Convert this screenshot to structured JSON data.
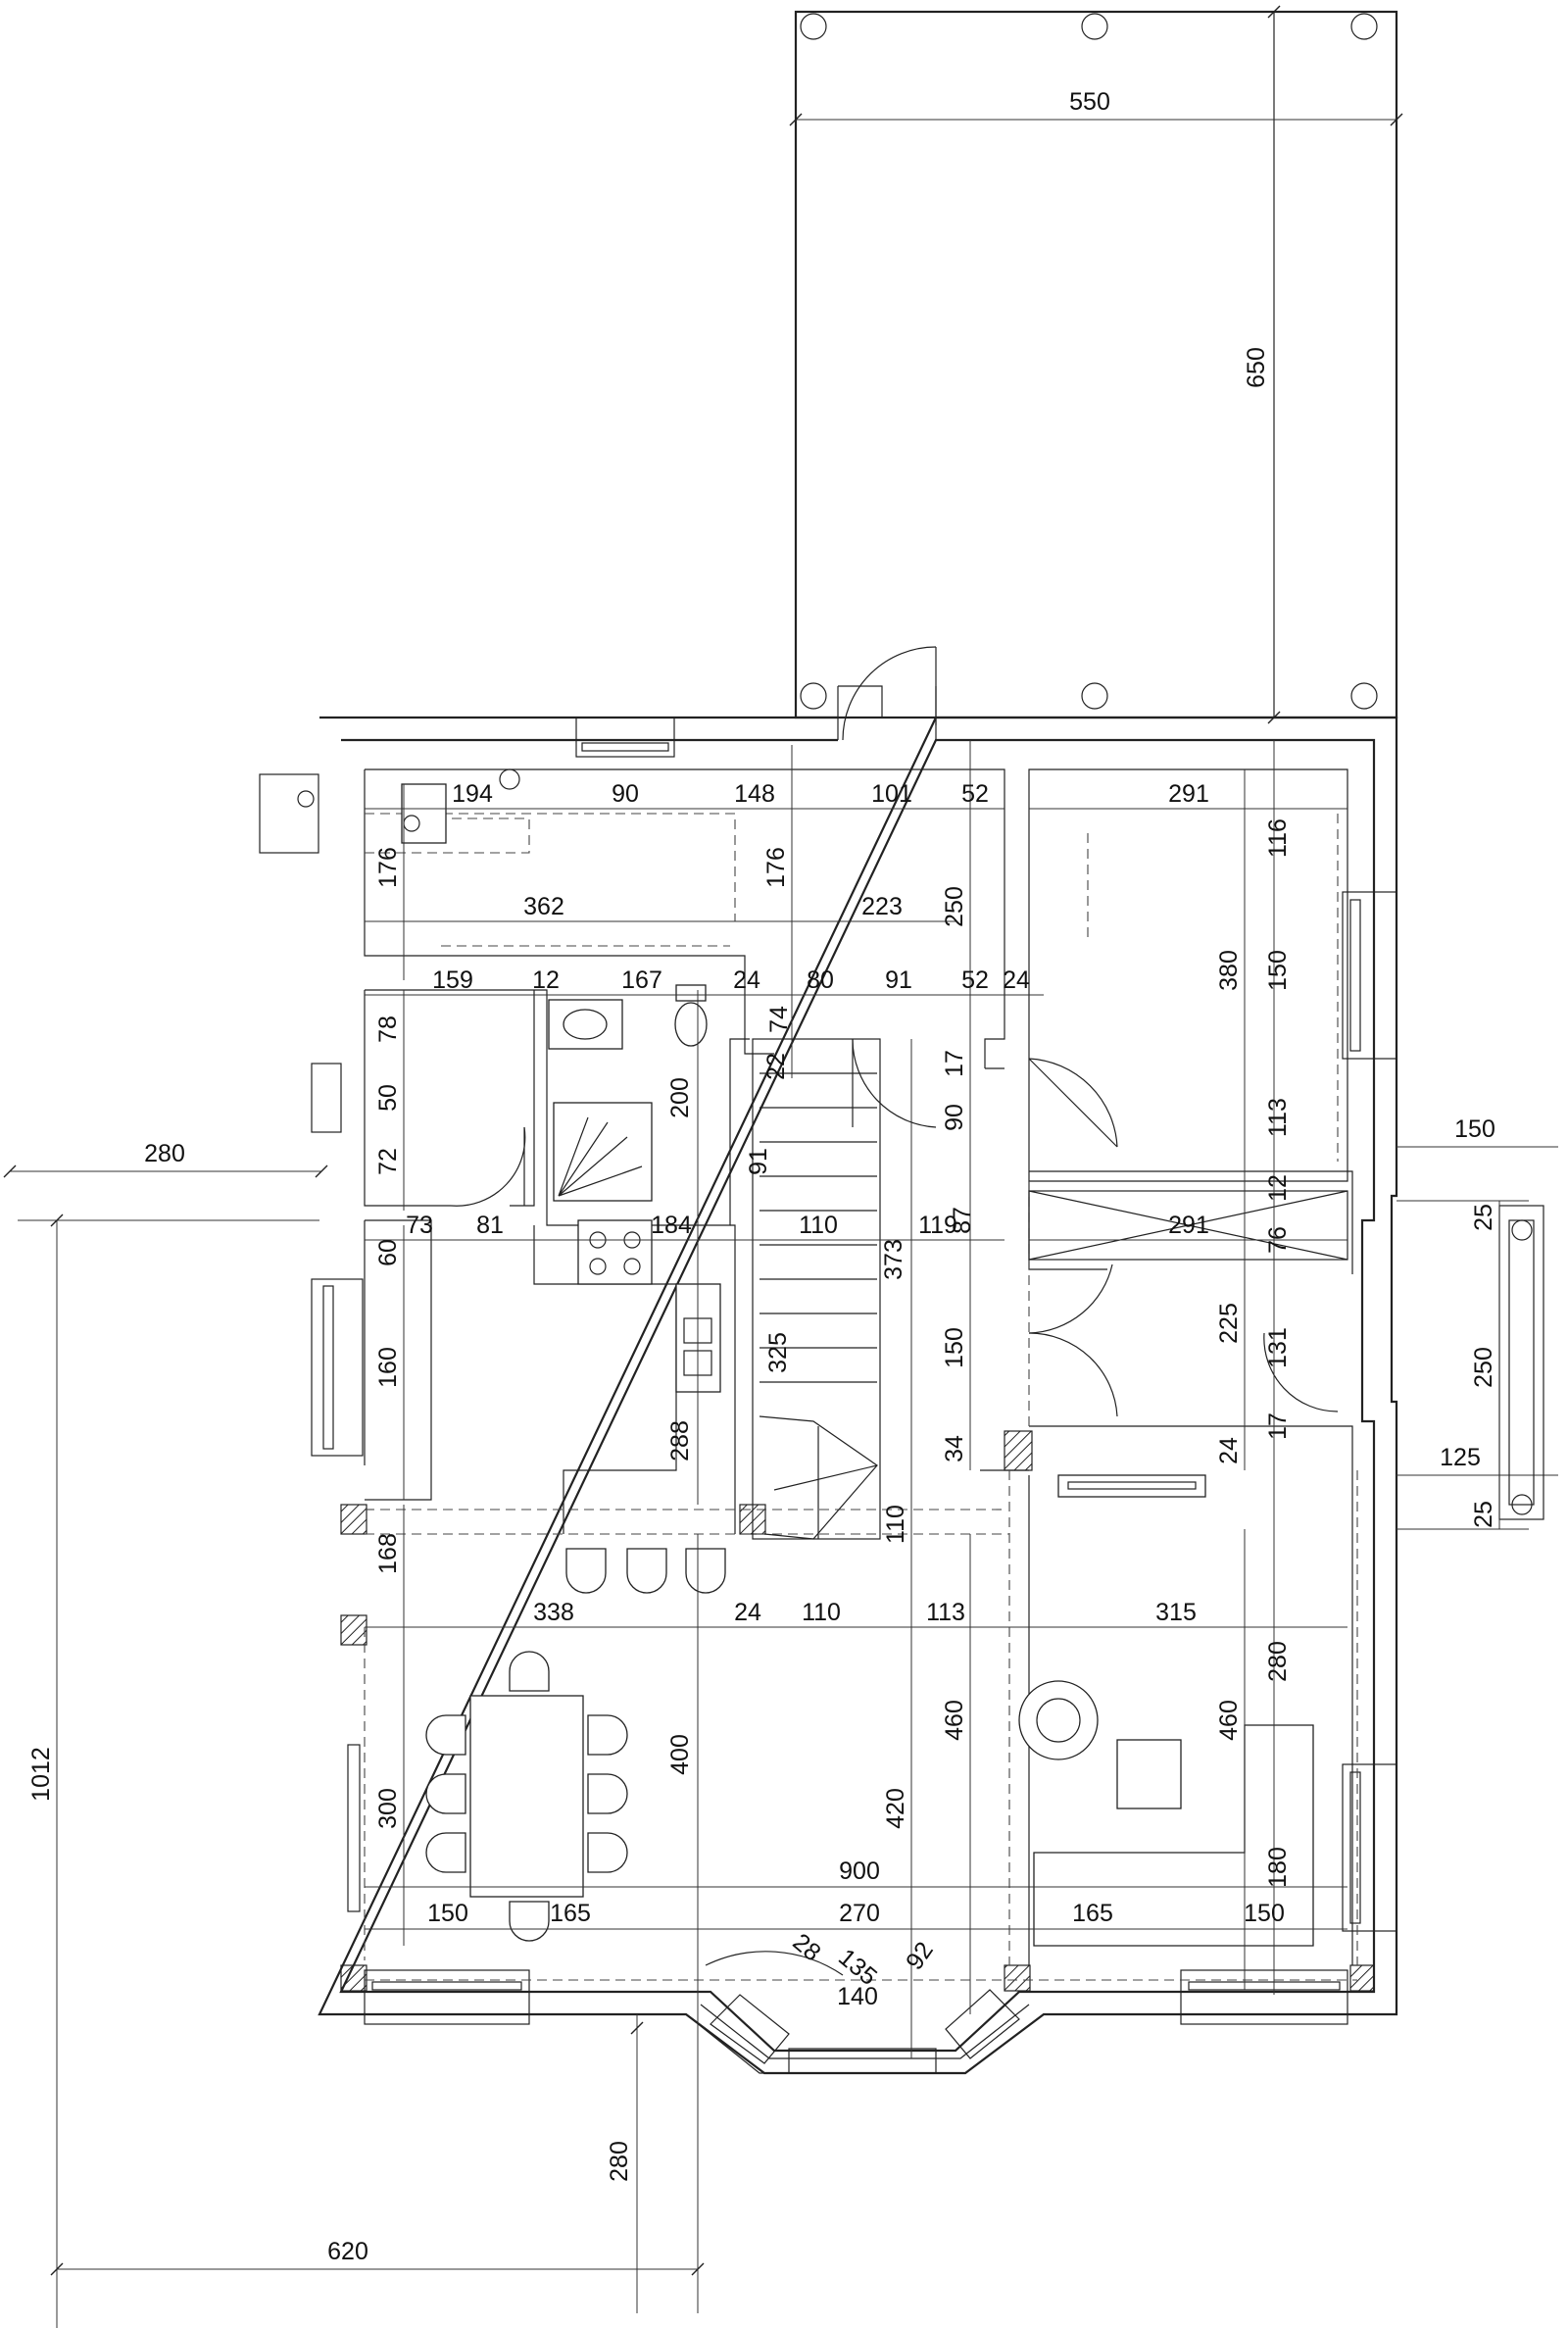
{
  "dimensions": {
    "terrace_width": "550",
    "terrace_depth": "650",
    "left_outer": "280",
    "left_total": "1012",
    "bottom_620": "620",
    "bottom_280": "280",
    "right_150": "150",
    "right_125": "125",
    "right_250": "250",
    "right_25a": "25",
    "right_25b": "25",
    "top_194": "194",
    "top_90": "90",
    "top_148": "148",
    "top_101": "101",
    "top_52": "52",
    "top_291": "291",
    "v_176a": "176",
    "v_176b": "176",
    "h_362": "362",
    "h_223": "223",
    "v_250": "250",
    "v_116": "116",
    "v_380": "380",
    "v_150a": "150",
    "h_159": "159",
    "h_12": "12",
    "h_167": "167",
    "h_24a": "24",
    "v_74": "74",
    "h_80": "80",
    "h_91": "91",
    "h_52": "52",
    "h_24b": "24",
    "v_78": "78",
    "v_50": "50",
    "v_72": "72",
    "v_200": "200",
    "v_22": "22",
    "v_17a": "17",
    "v_90": "90",
    "v_91": "91",
    "v_113": "113",
    "v_12": "12",
    "h_73": "73",
    "h_81": "81",
    "h_184": "184",
    "h_110a": "110",
    "v_373": "373",
    "h_119": "119",
    "v_87": "87",
    "h_291": "291",
    "v_76": "76",
    "v_60": "60",
    "v_160": "160",
    "v_325": "325",
    "v_150b": "150",
    "v_225": "225",
    "v_131": "131",
    "v_288": "288",
    "v_34": "34",
    "v_24c": "24",
    "v_17b": "17",
    "v_168": "168",
    "v_110b": "110",
    "h_338": "338",
    "h_24d": "24",
    "h_110c": "110",
    "h_113": "113",
    "h_315": "315",
    "v_280": "280",
    "v_300": "300",
    "v_400": "400",
    "v_460a": "460",
    "v_460b": "460",
    "v_420": "420",
    "h_900": "900",
    "v_180": "180",
    "h_150a": "150",
    "h_165a": "165",
    "h_270": "270",
    "h_165b": "165",
    "h_150b": "150",
    "bay_135": "135",
    "bay_28": "28",
    "bay_140": "140",
    "bay_92": "92"
  }
}
